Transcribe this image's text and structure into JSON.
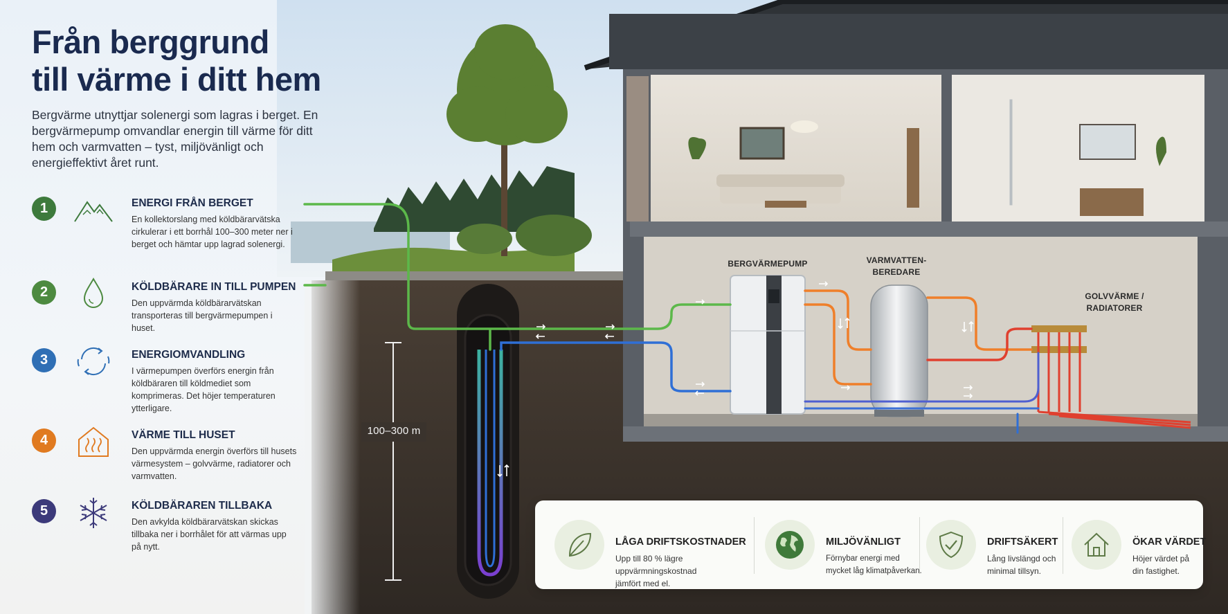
{
  "header": {
    "title_line1": "Från berggrund",
    "title_line2": "till värme i ditt hem",
    "intro": "Bergvärme utnyttjar solenergi som lagras i berget. En bergvärmepump omvandlar energin till värme för ditt hem och varmvatten – tyst, miljövänligt och energieffektivt året runt."
  },
  "steps": [
    {
      "number": "1",
      "title": "ENERGI FRÅN BERGET",
      "text": "En kollektorslang med köldbärarvätska cirkulerar i ett borrhål 100–300 meter ner i berget och hämtar upp lagrad solenergi.",
      "color": "#3d7a3c",
      "icon": "mountain-icon"
    },
    {
      "number": "2",
      "title": "KÖLDBÄRARE IN TILL PUMPEN",
      "text": "Den uppvärmda köldbärarvätskan transporteras till bergvärmepumpen i huset.",
      "color": "#4d8a40",
      "icon": "droplet-icon"
    },
    {
      "number": "3",
      "title": "ENERGIOMVANDLING",
      "text": "I värmepumpen överförs energin från köldbäraren till köldmediet som komprimeras. Det höjer temperaturen ytterligare.",
      "color": "#2f6fb5",
      "icon": "cycle-arrows-icon"
    },
    {
      "number": "4",
      "title": "VÄRME TILL HUSET",
      "text": "Den uppvärmda energin överförs till husets värmesystem – golvvärme, radiatorer och varmvatten.",
      "color": "#e07a20",
      "icon": "house-heat-icon"
    },
    {
      "number": "5",
      "title": "KÖLDBÄRAREN TILLBAKA",
      "text": "Den avkylda köldbärarvätskan skickas tillbaka ner i borrhålet för att värmas upp på nytt.",
      "color": "#3c3a7a",
      "icon": "snowflake-icon"
    }
  ],
  "diagram": {
    "depth_label": "100–300 m",
    "pump_label": "BERGVÄRMEPUMP",
    "boiler_label_line1": "VARMVATTEN-",
    "boiler_label_line2": "BEREDARE",
    "radiator_label_line1": "GOLVVÄRME /",
    "radiator_label_line2": "RADIATORER"
  },
  "benefits": [
    {
      "title": "LÅGA DRIFTSKOSTNADER",
      "lines": [
        "Upp till 80 % lägre",
        "uppvärmningskostnad",
        "jämfört med el."
      ],
      "icon": "leaf-icon"
    },
    {
      "title": "MILJÖVÄNLIGT",
      "lines": [
        "Förnybar energi med",
        "mycket låg klimatpåverkan."
      ],
      "icon": "globe-icon"
    },
    {
      "title": "DRIFTSÄKERT",
      "lines": [
        "Lång livslängd och",
        "minimal tillsyn."
      ],
      "icon": "shield-check-icon"
    },
    {
      "title": "ÖKAR VÄRDET",
      "lines": [
        "Höjer värdet på",
        "din fastighet."
      ],
      "icon": "house-icon"
    }
  ],
  "colors": {
    "navy": "#1a2a4f",
    "green_pipe": "#5cb84a",
    "blue_pipe": "#2f6fd6",
    "orange_pipe": "#ef7f2a",
    "red_pipe": "#e0402f",
    "purple_pipe": "#6a4fc7"
  }
}
